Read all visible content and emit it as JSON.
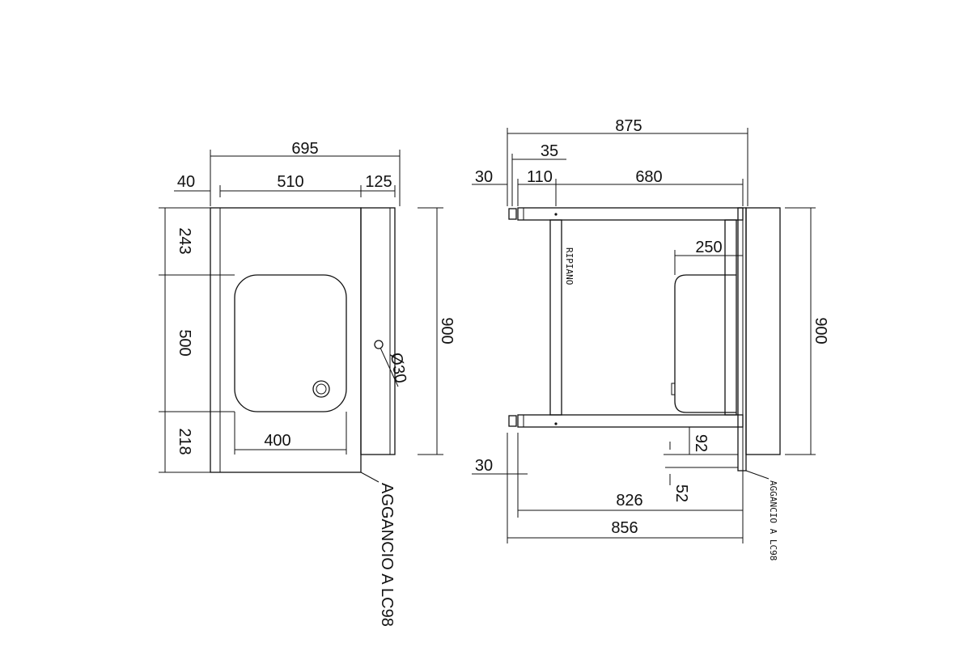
{
  "front_view": {
    "dims": {
      "overall_width": "695",
      "left_margin": "40",
      "inner_width": "510",
      "right_strip": "125",
      "top_band": "243",
      "bowl_height": "500",
      "bottom_band": "218",
      "bowl_width": "400",
      "overall_height": "900",
      "hole_diameter": "Ø30"
    },
    "hook_label": "AGGANCIO A LC98"
  },
  "side_view": {
    "dims": {
      "overall_depth": "875",
      "offset_35": "35",
      "offset_30_top": "30",
      "offset_110": "110",
      "span_680": "680",
      "bowl_depth": "250",
      "overall_height": "900",
      "clearance_92": "92",
      "offset_30_bottom": "30",
      "leg_52": "52",
      "base_826": "826",
      "base_856": "856"
    },
    "shelf_label": "RIPIANO",
    "hook_label": "AGGANCIO A LC98"
  }
}
